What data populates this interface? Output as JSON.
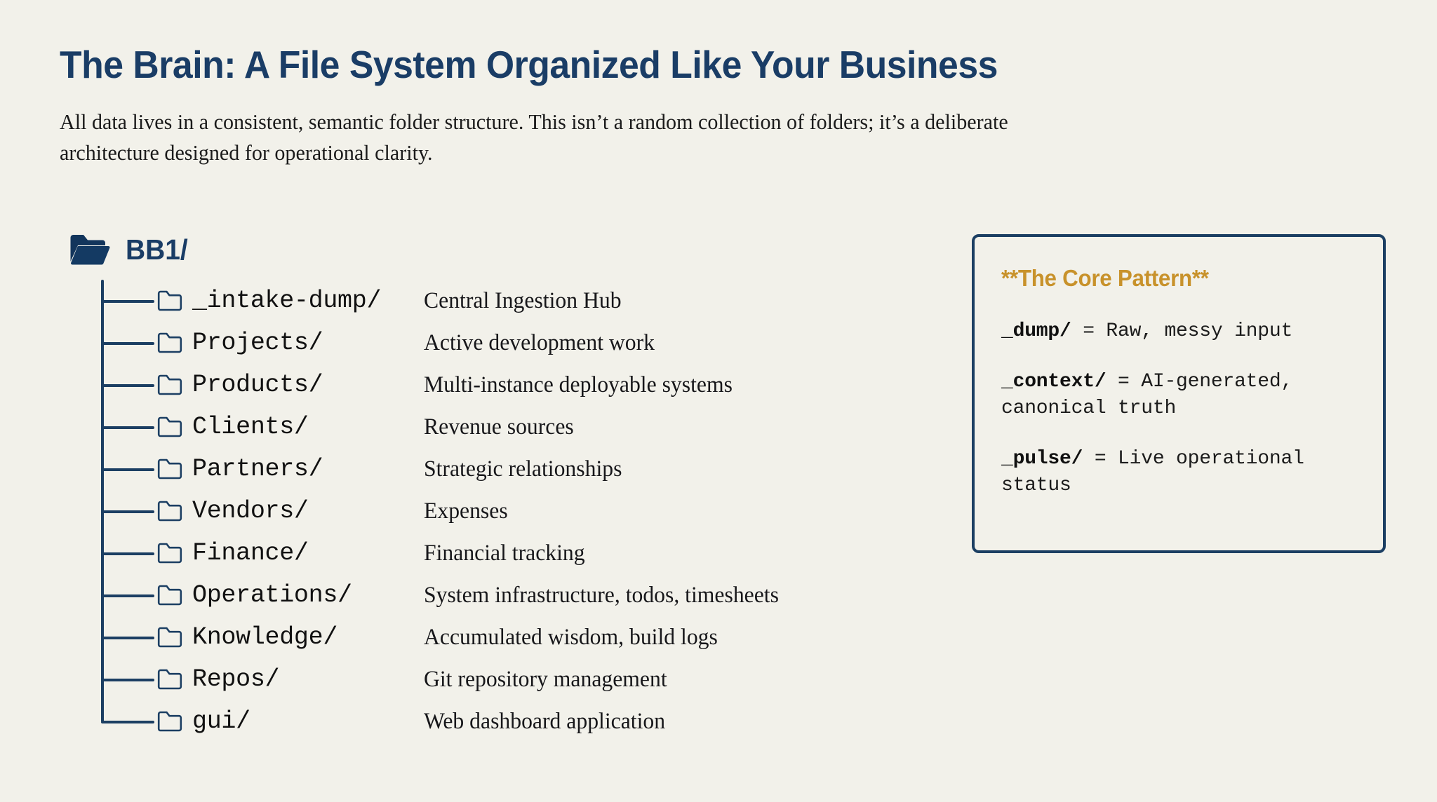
{
  "header": {
    "title": "The Brain: A File System Organized Like Your Business",
    "subtitle": "All data lives in a consistent, semantic folder structure. This isn’t a random collection of folders; it’s a deliberate architecture designed for operational clarity."
  },
  "colors": {
    "background": "#f2f1ea",
    "navy": "#1a3d66",
    "tree_line": "#1c3f63",
    "gold": "#c8922b",
    "text": "#17171a"
  },
  "tree": {
    "root_icon": "folder-open-icon",
    "root_label": "BB1/",
    "children": [
      {
        "icon": "folder-icon",
        "name": "_intake-dump/",
        "description": "Central Ingestion Hub"
      },
      {
        "icon": "folder-icon",
        "name": "Projects/",
        "description": "Active development work"
      },
      {
        "icon": "folder-icon",
        "name": "Products/",
        "description": "Multi-instance deployable systems"
      },
      {
        "icon": "folder-icon",
        "name": "Clients/",
        "description": "Revenue sources"
      },
      {
        "icon": "folder-icon",
        "name": "Partners/",
        "description": "Strategic relationships"
      },
      {
        "icon": "folder-icon",
        "name": "Vendors/",
        "description": "Expenses"
      },
      {
        "icon": "folder-icon",
        "name": "Finance/",
        "description": "Financial tracking"
      },
      {
        "icon": "folder-icon",
        "name": "Operations/",
        "description": "System infrastructure, todos, timesheets"
      },
      {
        "icon": "folder-icon",
        "name": "Knowledge/",
        "description": "Accumulated wisdom, build logs"
      },
      {
        "icon": "folder-icon",
        "name": "Repos/",
        "description": "Git repository management"
      },
      {
        "icon": "folder-icon",
        "name": "gui/",
        "description": "Web dashboard application"
      }
    ]
  },
  "callout": {
    "heading": "**The Core Pattern**",
    "lines": [
      {
        "key": "_dump/",
        "value": " = Raw, messy input"
      },
      {
        "key": "_context/",
        "value": " = AI-generated, canonical truth"
      },
      {
        "key": "_pulse/",
        "value": " = Live operational status"
      }
    ]
  }
}
